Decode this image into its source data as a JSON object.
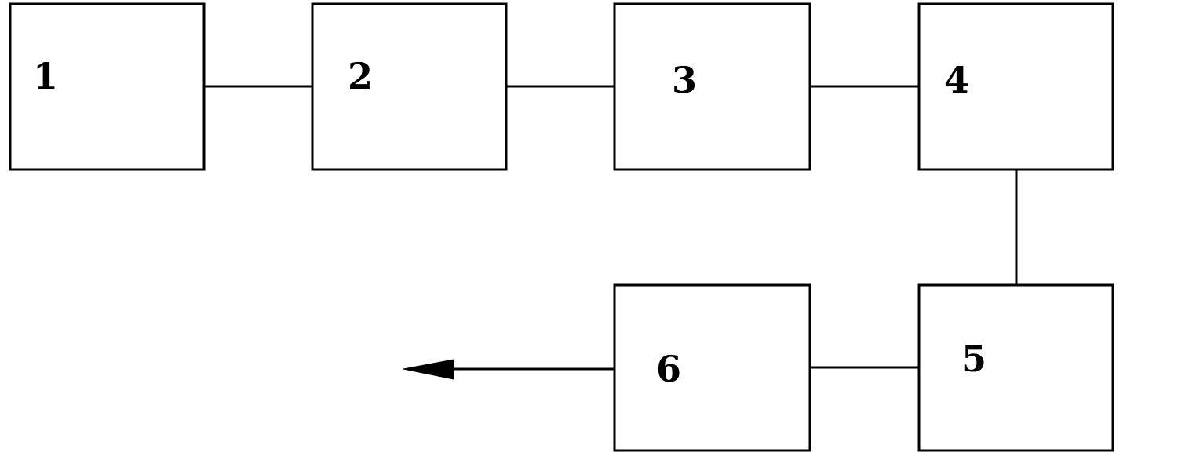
{
  "diagram": {
    "type": "block-flow",
    "colors": {
      "stroke": "#000000",
      "background": "#ffffff"
    },
    "blocks": [
      {
        "id": "1",
        "label": "1"
      },
      {
        "id": "2",
        "label": "2"
      },
      {
        "id": "3",
        "label": "3"
      },
      {
        "id": "4",
        "label": "4"
      },
      {
        "id": "5",
        "label": "5"
      },
      {
        "id": "6",
        "label": "6"
      }
    ],
    "connections": [
      {
        "from": "1",
        "to": "2"
      },
      {
        "from": "2",
        "to": "3"
      },
      {
        "from": "3",
        "to": "4"
      },
      {
        "from": "4",
        "to": "5"
      },
      {
        "from": "5",
        "to": "6"
      },
      {
        "from": "6",
        "to": "output",
        "arrow": true
      }
    ]
  }
}
